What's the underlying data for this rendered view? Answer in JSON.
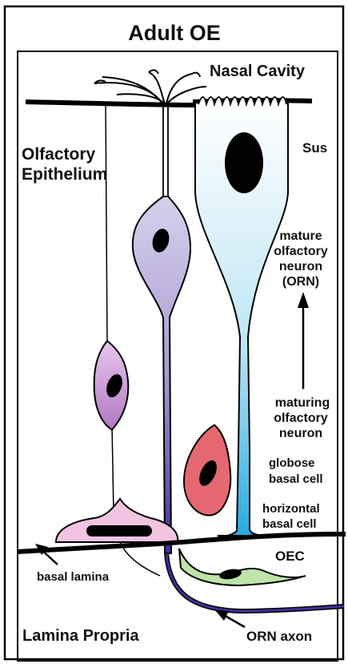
{
  "diagram": {
    "title": "Adult OE",
    "labels": {
      "nasal_cavity": "Nasal Cavity",
      "olfactory_epithelium_line1": "Olfactory",
      "olfactory_epithelium_line2": "Epithelium",
      "sus": "Sus",
      "mature_line1": "mature",
      "mature_line2": "olfactory",
      "mature_line3": "neuron",
      "mature_line4": "(ORN)",
      "maturing_line1": "maturing",
      "maturing_line2": "olfactory",
      "maturing_line3": "neuron",
      "globose_line1": "globose",
      "globose_line2": "basal cell",
      "horizontal_line1": "horizontal",
      "horizontal_line2": "basal  cell",
      "oec": "OEC",
      "basal_lamina": "basal lamina",
      "lamina_propria": "Lamina Propria",
      "orn_axon": "ORN axon"
    },
    "colors": {
      "sustentacular_top": "#ffffff",
      "sustentacular_bottom": "#29a9e0",
      "mature_neuron_top": "#c8c0e4",
      "mature_neuron_bottom": "#3e2f9a",
      "maturing_neuron": "#c993d3",
      "globose_basal": "#e56870",
      "horizontal_basal": "#f3c4e2",
      "oec": "#bfe3a8",
      "nucleus": "#000000"
    }
  }
}
